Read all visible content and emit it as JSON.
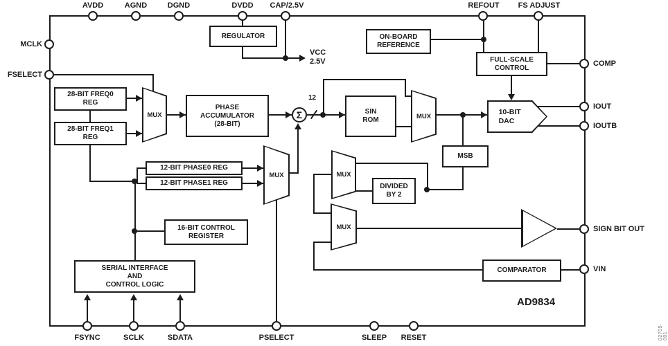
{
  "chip_name": "AD9834",
  "figure_code": "02705-001",
  "colors": {
    "line": "#1c1c1c",
    "background": "#ffffff"
  },
  "pins": {
    "top": [
      {
        "label": "AVDD"
      },
      {
        "label": "AGND"
      },
      {
        "label": "DGND"
      },
      {
        "label": "DVDD"
      },
      {
        "label": "CAP/2.5V"
      },
      {
        "label": "REFOUT"
      },
      {
        "label": "FS ADJUST"
      }
    ],
    "left": [
      {
        "label": "MCLK"
      },
      {
        "label": "FSELECT"
      }
    ],
    "right": [
      {
        "label": "COMP"
      },
      {
        "label": "IOUT"
      },
      {
        "label": "IOUTB"
      },
      {
        "label": "SIGN BIT OUT"
      },
      {
        "label": "VIN"
      }
    ],
    "bottom": [
      {
        "label": "FSYNC"
      },
      {
        "label": "SCLK"
      },
      {
        "label": "SDATA"
      },
      {
        "label": "PSELECT"
      },
      {
        "label": "SLEEP"
      },
      {
        "label": "RESET"
      }
    ]
  },
  "blocks": {
    "regulator": "REGULATOR",
    "onboard_reference": "ON-BOARD\nREFERENCE",
    "full_scale_control": "FULL-SCALE\nCONTROL",
    "freq0_reg": "28-BIT FREQ0\nREG",
    "freq1_reg": "28-BIT FREQ1\nREG",
    "phase_accumulator": "PHASE\nACCUMULATOR\n(28-BIT)",
    "sin_rom": "SIN\nROM",
    "dac": "10-BIT\nDAC",
    "msb": "MSB",
    "divided_by_2": "DIVIDED\nBY 2",
    "phase0_reg": "12-BIT PHASE0 REG",
    "phase1_reg": "12-BIT PHASE1 REG",
    "control_register": "16-BIT CONTROL\nREGISTER",
    "serial_interface": "SERIAL INTERFACE\nAND\nCONTROL LOGIC",
    "comparator": "COMPARATOR",
    "mux_label": "MUX"
  },
  "annotations": {
    "vcc_output": "VCC\n2.5V",
    "bus_width": "12",
    "sigma": "Σ"
  }
}
